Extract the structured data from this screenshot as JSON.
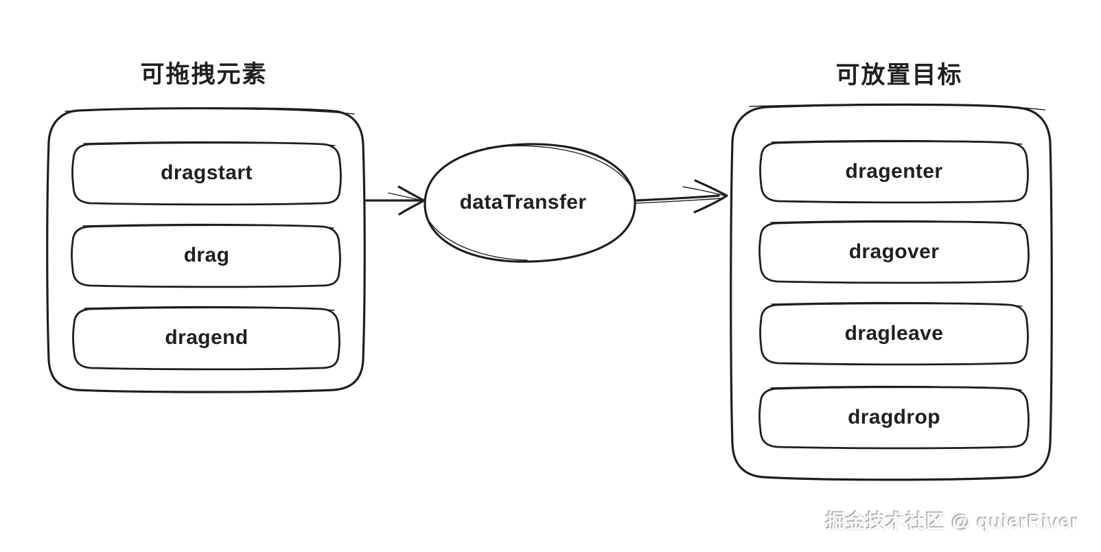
{
  "diagram": {
    "left_group": {
      "title": "可拖拽元素",
      "events": [
        "dragstart",
        "drag",
        "dragend"
      ]
    },
    "center_node": {
      "label": "dataTransfer"
    },
    "right_group": {
      "title": "可放置目标",
      "events": [
        "dragenter",
        "dragover",
        "dragleave",
        "dragdrop"
      ]
    },
    "watermark": "掘金技术社区 @ quierRiver",
    "colors": {
      "stroke": "#1e1e1e",
      "text": "#1f1f1f",
      "background": "#ffffff",
      "watermark_shadow": "#9a9a9a"
    }
  }
}
